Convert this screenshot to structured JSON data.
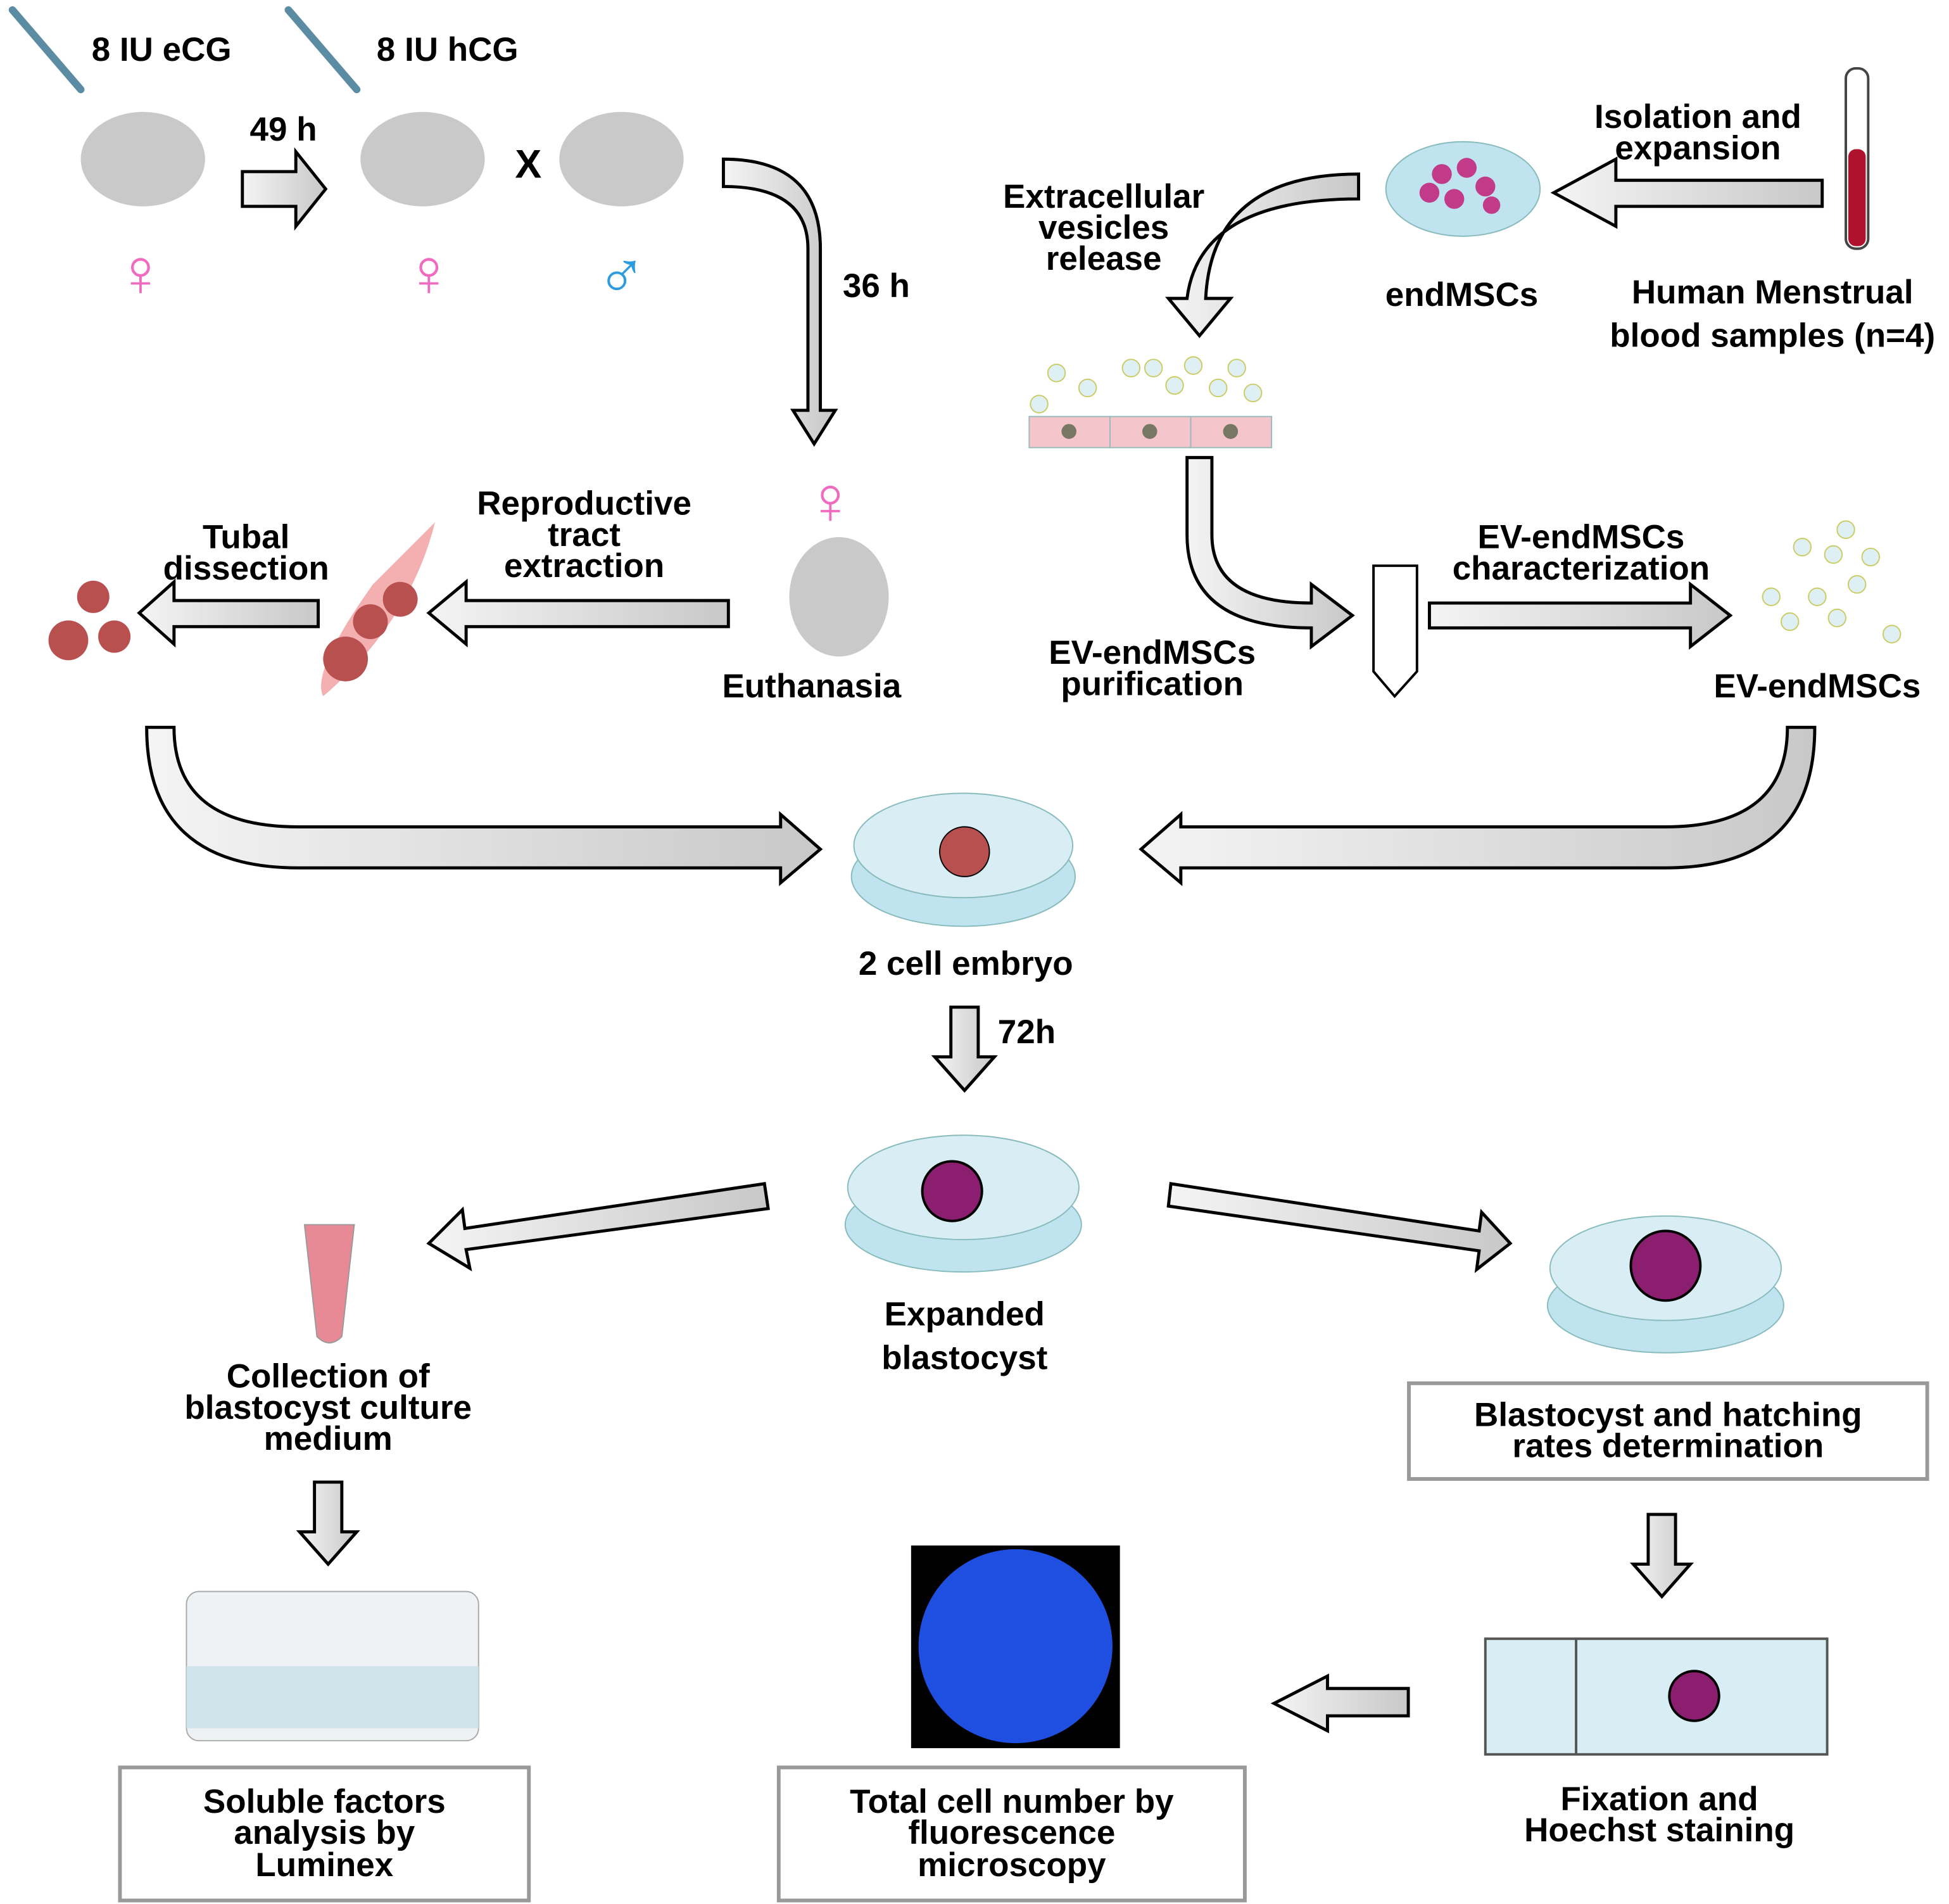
{
  "labels": {
    "ecg": "8 IU eCG",
    "hcg": "8 IU hCG",
    "t49": "49 h",
    "cross": "X",
    "t36": "36 h",
    "isolation": "Isolation and\nexpansion",
    "ev_release": "Extracellular\nvesicles\nrelease",
    "endmscs": "endMSCs",
    "menstrual": "Human Menstrual\nblood samples (n=4)",
    "tubal": "Tubal\ndissection",
    "repro": "Reproductive\ntract\nextraction",
    "euthanasia": "Euthanasia",
    "ev_char": "EV-endMSCs\ncharacterization",
    "ev_purif": "EV-endMSCs\npurification",
    "ev": "EV-endMSCs",
    "two_cell": "2 cell embryo",
    "t72": "72h",
    "expanded": "Expanded\nblastocyst",
    "collection": "Collection of\nblastocyst culture\nmedium",
    "rates": "Blastocyst and hatching\nrates determination",
    "luminex": "Soluble factors\nanalysis by\nLuminex",
    "fluor": "Total cell number by\nfluorescence\nmicroscopy",
    "fixation": "Fixation and\nHoechst staining"
  },
  "symbols": {
    "female": "♀",
    "male": "♂"
  },
  "colors": {
    "female": "#f06bbf",
    "male": "#2d9be0",
    "arrow_fill": "#d9d9d9",
    "box_border": "#999999",
    "embryo": "#b85050",
    "blastocyst": "#8b1e6e",
    "dish": "#bfe3ef"
  }
}
